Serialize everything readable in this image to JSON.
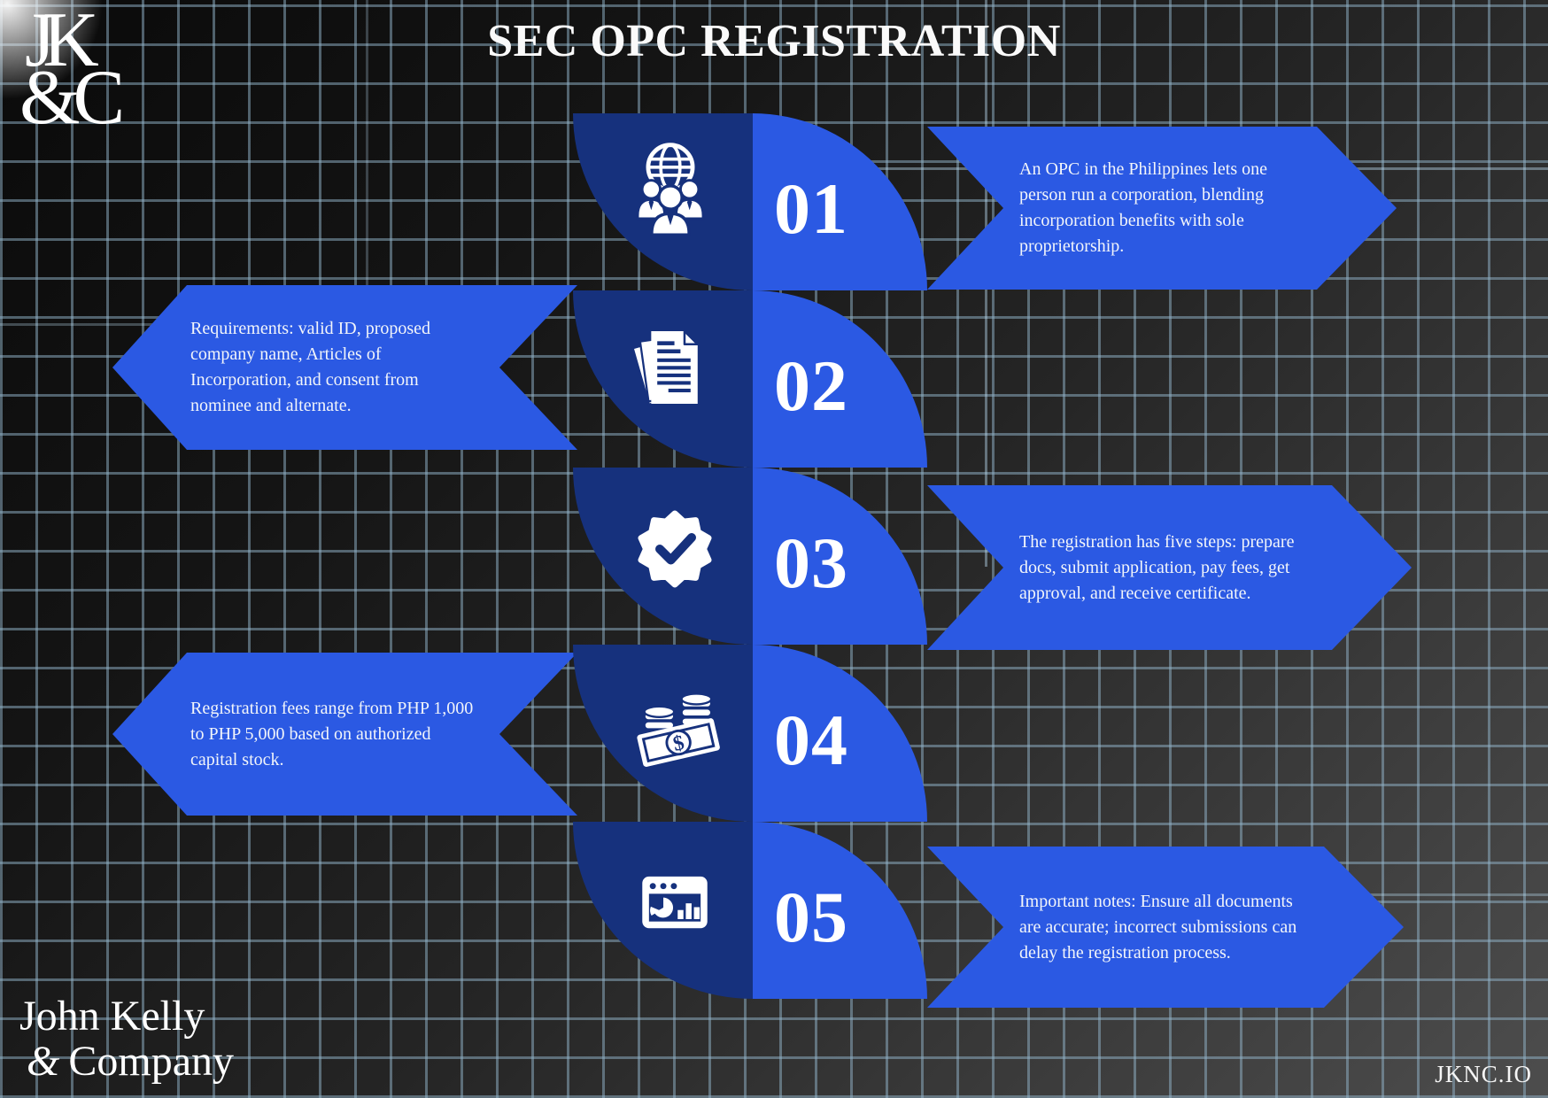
{
  "page": {
    "title": "SEC OPC REGISTRATION",
    "website": "JKNC.IO"
  },
  "brand": {
    "monogram_top": "JK",
    "monogram_bottom": "&C",
    "company_line1": "John Kelly",
    "company_amp": "&",
    "company_name": "Company"
  },
  "steps": [
    {
      "number": "01",
      "icon": "team-globe-icon",
      "banner_side": "right",
      "description": "An OPC in the Philippines lets one\nperson run a corporation, blending\nincorporation benefits with sole\nproprietorship."
    },
    {
      "number": "02",
      "icon": "documents-icon",
      "banner_side": "left",
      "description": "Requirements: valid ID, proposed\ncompany name, Articles of\nIncorporation, and consent from\nnominee and alternate."
    },
    {
      "number": "03",
      "icon": "badge-check-icon",
      "banner_side": "right",
      "description": "The registration has five steps: prepare\ndocs, submit application, pay fees, get\napproval, and receive certificate."
    },
    {
      "number": "04",
      "icon": "money-icon",
      "banner_side": "left",
      "description": "Registration fees range from PHP 1,000\nto PHP 5,000 based on authorized\ncapital stock."
    },
    {
      "number": "05",
      "icon": "dashboard-chart-icon",
      "banner_side": "right",
      "description": "Important notes: Ensure all documents\nare accurate; incorrect submissions can\ndelay the registration process."
    }
  ],
  "colors": {
    "accent_blue": "#2B59E3",
    "navy_blue": "#16317D",
    "grid_line": "#8FB2C8",
    "text_light": "#F2F5FA"
  }
}
